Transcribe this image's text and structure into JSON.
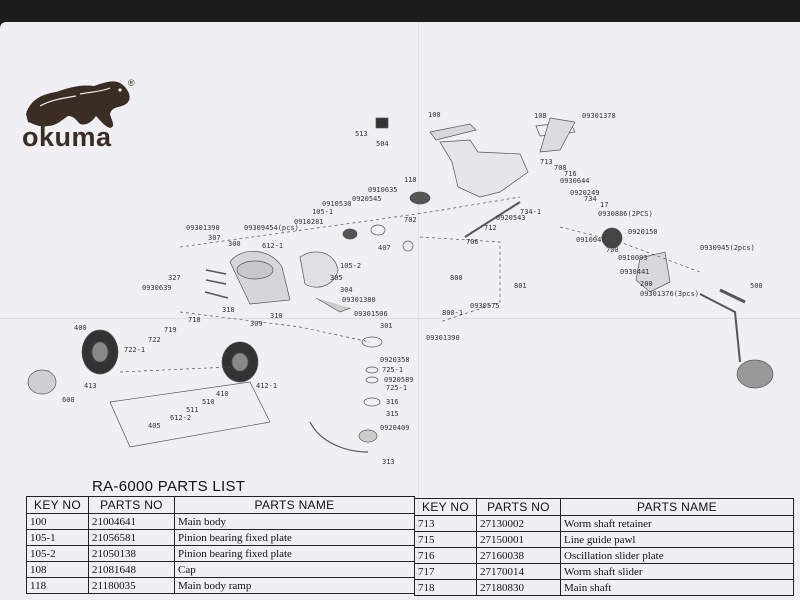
{
  "brand": {
    "name": "okuma",
    "registered": "®"
  },
  "list_title": "RA-6000  PARTS LIST",
  "columns": {
    "key": "KEY NO",
    "parts_no": "PARTS NO",
    "name": "PARTS NAME"
  },
  "left_rows": [
    {
      "key": "100",
      "parts_no": "21004641",
      "name": "Main body"
    },
    {
      "key": "105-1",
      "parts_no": "21056581",
      "name": "Pinion bearing fixed plate"
    },
    {
      "key": "105-2",
      "parts_no": "21050138",
      "name": "Pinion bearing fixed plate"
    },
    {
      "key": "108",
      "parts_no": "21081648",
      "name": "Cap"
    },
    {
      "key": "118",
      "parts_no": "21180035",
      "name": "Main body ramp"
    }
  ],
  "right_rows": [
    {
      "key": "713",
      "parts_no": "27130002",
      "name": "Worm shaft retainer"
    },
    {
      "key": "715",
      "parts_no": "27150001",
      "name": "Line guide pawl"
    },
    {
      "key": "716",
      "parts_no": "27160038",
      "name": "Oscillation  slider plate"
    },
    {
      "key": "717",
      "parts_no": "27170014",
      "name": "Worm shaft slider"
    },
    {
      "key": "718",
      "parts_no": "27180830",
      "name": "Main shaft"
    }
  ],
  "diagram_labels": [
    "100",
    "108",
    "09301378",
    "513",
    "504",
    "713",
    "708",
    "716",
    "0930644",
    "0920249",
    "734",
    "17",
    "0930886(2PCS)",
    "118",
    "0910635",
    "0920545",
    "702",
    "706",
    "712",
    "0920543",
    "734-1",
    "09301390",
    "307",
    "09309454(pcs)",
    "612-1",
    "300",
    "0910281",
    "105-1",
    "0910530",
    "105-2",
    "407",
    "0910041",
    "700",
    "0920150",
    "0910093",
    "0930441",
    "200",
    "0930945(2pcs)",
    "09301376(3pcs)",
    "500",
    "327",
    "305",
    "304",
    "0930639",
    "09301380",
    "800",
    "801",
    "0930575",
    "800-1",
    "318",
    "309",
    "310",
    "718",
    "719",
    "722",
    "722-1",
    "400",
    "09301506",
    "301",
    "09301390",
    "0920358",
    "725-1",
    "0920589",
    "725-1",
    "316",
    "315",
    "0920409",
    "313",
    "413",
    "600",
    "412-1",
    "405",
    "612-2",
    "511",
    "510",
    "410"
  ]
}
